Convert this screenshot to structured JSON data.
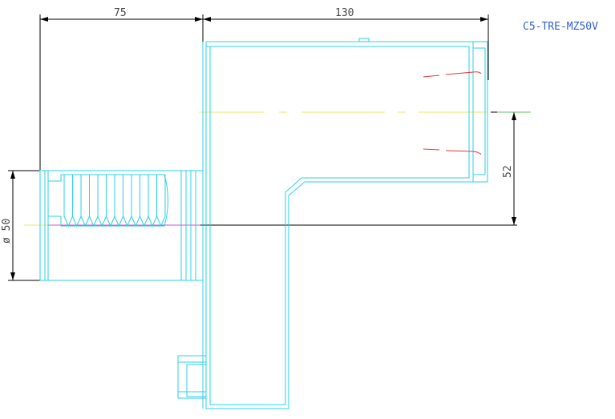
{
  "part_label": "C5-TRE-MZ50V",
  "dimensions": {
    "length_shank": "75",
    "length_body": "130",
    "diameter": "ø 50",
    "offset": "52"
  },
  "colors": {
    "outline": "#2ad0e8",
    "dimension": "#000000",
    "centerline": "#e8e860",
    "hidden": "#e03838",
    "label": "#2f5fd0"
  }
}
